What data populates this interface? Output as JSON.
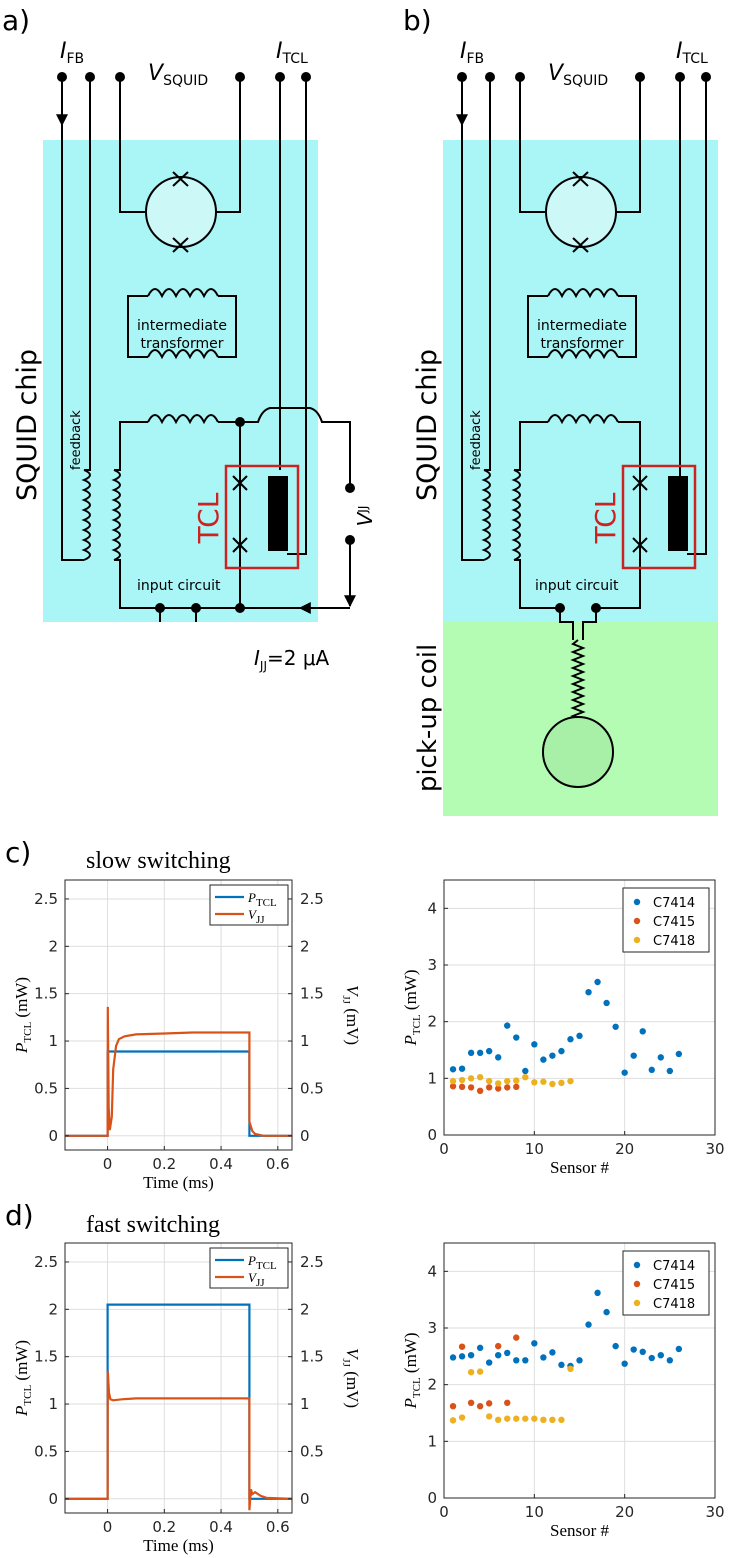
{
  "panels": {
    "a": {
      "letter": "a)"
    },
    "b": {
      "letter": "b)"
    },
    "c": {
      "letter": "c)",
      "subtitle": "slow switching"
    },
    "d": {
      "letter": "d)",
      "subtitle": "fast switching"
    }
  },
  "circuit": {
    "i_fb_main": "I",
    "i_fb_sub": "FB",
    "v_squid_main": "V",
    "v_squid_sub": "SQUID",
    "i_tcl_main": "I",
    "i_tcl_sub": "TCL",
    "squid_chip": "SQUID chip",
    "intermediate_transformer_line1": "intermediate",
    "intermediate_transformer_line2": "transformer",
    "feedback": "feedback",
    "tcl": "TCL",
    "v_jj_main": "V",
    "v_jj_sub": "JJ",
    "input_circuit": "input circuit",
    "i_jj_main": "I",
    "i_jj_sub": "JJ",
    "i_jj_value": "=2 μA",
    "pickup_coil": "pick-up coil",
    "colors": {
      "chip": "#aaf6f6",
      "pickup": "#b4fcb4",
      "tcl_box": "#cc2222"
    }
  },
  "chart_data": [
    {
      "id": "c-left",
      "type": "line",
      "xlabel": "Time (ms)",
      "ylabel_left": "P_TCL (mW)",
      "ylabel_right": "V_JJ (mV)",
      "xlim": [
        -0.15,
        0.65
      ],
      "ylim": [
        -0.15,
        2.7
      ],
      "xticks": [
        0,
        0.2,
        0.4,
        0.6
      ],
      "xtick_labels": [
        "0",
        "0.2",
        "0.4",
        "0.6"
      ],
      "yticks": [
        0,
        0.5,
        1,
        1.5,
        2,
        2.5
      ],
      "ytick_labels": [
        "0",
        "0.5",
        "1",
        "1.5",
        "2",
        "2.5"
      ],
      "grid": true,
      "legend": "top-right",
      "series": [
        {
          "name": "P_TCL",
          "color": "#0072bd",
          "x": [
            -0.15,
            0,
            0,
            0.5,
            0.5,
            0.65
          ],
          "y": [
            0,
            0,
            0.89,
            0.89,
            0,
            0
          ]
        },
        {
          "name": "V_JJ",
          "color": "#d95319",
          "x": [
            -0.15,
            0,
            0.001,
            0.004,
            0.008,
            0.015,
            0.02,
            0.03,
            0.04,
            0.06,
            0.1,
            0.2,
            0.3,
            0.5,
            0.5,
            0.51,
            0.52,
            0.55,
            0.65
          ],
          "y": [
            0,
            0,
            1.36,
            0.3,
            0.06,
            0.2,
            0.7,
            0.95,
            1.02,
            1.05,
            1.07,
            1.08,
            1.09,
            1.09,
            0.15,
            0.05,
            0.02,
            0,
            0
          ]
        }
      ]
    },
    {
      "id": "c-right",
      "type": "scatter",
      "xlabel": "Sensor #",
      "ylabel": "P_TCL (mW)",
      "xlim": [
        0,
        30
      ],
      "ylim": [
        0,
        4.5
      ],
      "xticks": [
        0,
        10,
        20,
        30
      ],
      "xtick_labels": [
        "0",
        "10",
        "20",
        "30"
      ],
      "yticks": [
        0,
        1,
        2,
        3,
        4
      ],
      "ytick_labels": [
        "0",
        "1",
        "2",
        "3",
        "4"
      ],
      "grid": true,
      "legend": "top-right",
      "series": [
        {
          "name": "C7414",
          "color": "#0072bd",
          "x": [
            1,
            2,
            3,
            4,
            5,
            6,
            7,
            8,
            9,
            10,
            11,
            12,
            13,
            14,
            15,
            16,
            17,
            18,
            19,
            20,
            21,
            22,
            23,
            24,
            25,
            26
          ],
          "y": [
            1.16,
            1.17,
            1.45,
            1.45,
            1.48,
            1.37,
            1.93,
            1.72,
            1.13,
            1.6,
            1.33,
            1.4,
            1.48,
            1.69,
            1.75,
            2.52,
            2.7,
            2.33,
            1.91,
            1.1,
            1.4,
            1.83,
            1.15,
            1.37,
            1.13,
            1.43
          ]
        },
        {
          "name": "C7415",
          "color": "#d95319",
          "x": [
            1,
            2,
            3,
            4,
            5,
            6,
            7,
            8
          ],
          "y": [
            0.86,
            0.85,
            0.84,
            0.78,
            0.84,
            0.82,
            0.84,
            0.85
          ]
        },
        {
          "name": "C7418",
          "color": "#edb120",
          "x": [
            1,
            2,
            3,
            4,
            5,
            6,
            7,
            8,
            9,
            10,
            11,
            12,
            13,
            14
          ],
          "y": [
            0.95,
            0.97,
            1.0,
            1.02,
            0.95,
            0.91,
            0.95,
            0.96,
            1.02,
            0.93,
            0.94,
            0.9,
            0.92,
            0.95
          ]
        }
      ]
    },
    {
      "id": "d-left",
      "type": "line",
      "xlabel": "Time (ms)",
      "ylabel_left": "P_TCL (mW)",
      "ylabel_right": "V_JJ (mV)",
      "xlim": [
        -0.15,
        0.65
      ],
      "ylim": [
        -0.15,
        2.7
      ],
      "xticks": [
        0,
        0.2,
        0.4,
        0.6
      ],
      "xtick_labels": [
        "0",
        "0.2",
        "0.4",
        "0.6"
      ],
      "yticks": [
        0,
        0.5,
        1,
        1.5,
        2,
        2.5
      ],
      "ytick_labels": [
        "0",
        "0.5",
        "1",
        "1.5",
        "2",
        "2.5"
      ],
      "grid": true,
      "legend": "top-right",
      "series": [
        {
          "name": "P_TCL",
          "color": "#0072bd",
          "x": [
            -0.15,
            0,
            0,
            0.5,
            0.5,
            0.65
          ],
          "y": [
            0,
            0,
            2.05,
            2.05,
            0,
            0
          ]
        },
        {
          "name": "V_JJ",
          "color": "#d95319",
          "x": [
            -0.15,
            0,
            0.001,
            0.005,
            0.01,
            0.02,
            0.05,
            0.1,
            0.5,
            0.5,
            0.505,
            0.51,
            0.52,
            0.54,
            0.56,
            0.65
          ],
          "y": [
            0,
            0,
            1.35,
            1.12,
            1.05,
            1.04,
            1.05,
            1.06,
            1.06,
            -0.12,
            0.1,
            0.05,
            0.07,
            0.03,
            0.01,
            0
          ]
        }
      ]
    },
    {
      "id": "d-right",
      "type": "scatter",
      "xlabel": "Sensor #",
      "ylabel": "P_TCL (mW)",
      "xlim": [
        0,
        30
      ],
      "ylim": [
        0,
        4.5
      ],
      "xticks": [
        0,
        10,
        20,
        30
      ],
      "xtick_labels": [
        "0",
        "10",
        "20",
        "30"
      ],
      "yticks": [
        0,
        1,
        2,
        3,
        4
      ],
      "ytick_labels": [
        "0",
        "1",
        "2",
        "3",
        "4"
      ],
      "grid": true,
      "legend": "top-right",
      "series": [
        {
          "name": "C7414",
          "color": "#0072bd",
          "x": [
            1,
            2,
            3,
            4,
            5,
            6,
            7,
            8,
            9,
            10,
            11,
            12,
            13,
            14,
            15,
            16,
            17,
            18,
            19,
            20,
            21,
            22,
            23,
            24,
            25,
            26
          ],
          "y": [
            2.48,
            2.5,
            2.52,
            2.65,
            2.39,
            2.52,
            2.56,
            2.43,
            2.43,
            2.73,
            2.48,
            2.57,
            2.35,
            2.33,
            2.43,
            3.06,
            3.62,
            3.28,
            2.68,
            2.37,
            2.62,
            2.58,
            2.47,
            2.52,
            2.43,
            2.63
          ]
        },
        {
          "name": "C7415",
          "color": "#d95319",
          "x": [
            1,
            2,
            3,
            4,
            5,
            6,
            7,
            8
          ],
          "y": [
            1.62,
            2.67,
            1.68,
            1.62,
            1.67,
            2.68,
            1.68,
            2.83
          ]
        },
        {
          "name": "C7418",
          "color": "#edb120",
          "x": [
            1,
            2,
            3,
            4,
            5,
            6,
            7,
            8,
            9,
            10,
            11,
            12,
            13,
            14
          ],
          "y": [
            1.37,
            1.42,
            2.22,
            2.23,
            1.44,
            1.38,
            1.4,
            1.4,
            1.4,
            1.4,
            1.38,
            1.38,
            1.38,
            2.28
          ]
        }
      ]
    }
  ]
}
